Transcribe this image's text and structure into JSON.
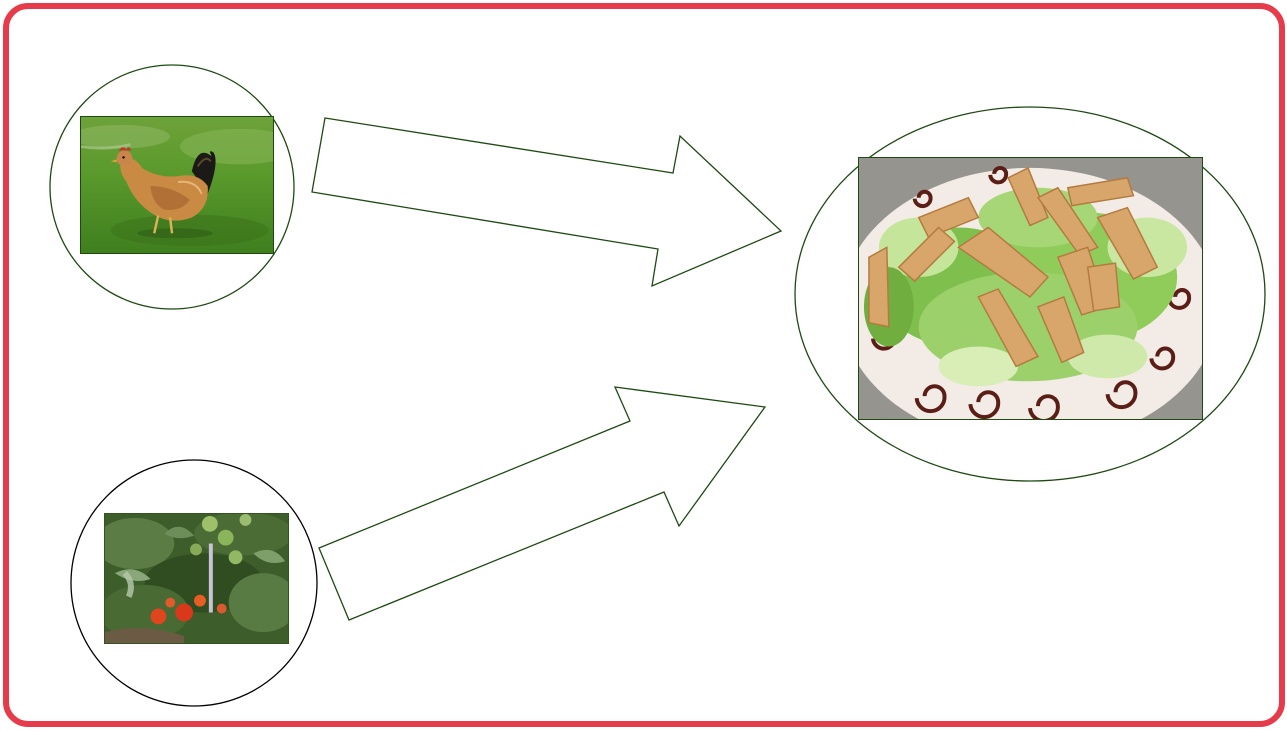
{
  "diagram": {
    "colors": {
      "border": "#e63b4a",
      "outline": "#1e4a12",
      "background": "#ffffff"
    },
    "nodes": [
      {
        "id": "chicken",
        "depicts": "chicken-photo"
      },
      {
        "id": "tomatoes",
        "depicts": "tomato-plant-photo"
      },
      {
        "id": "salad",
        "depicts": "chicken-salad-photo"
      }
    ],
    "edges": [
      {
        "from": "chicken",
        "to": "salad"
      },
      {
        "from": "tomatoes",
        "to": "salad"
      }
    ]
  }
}
